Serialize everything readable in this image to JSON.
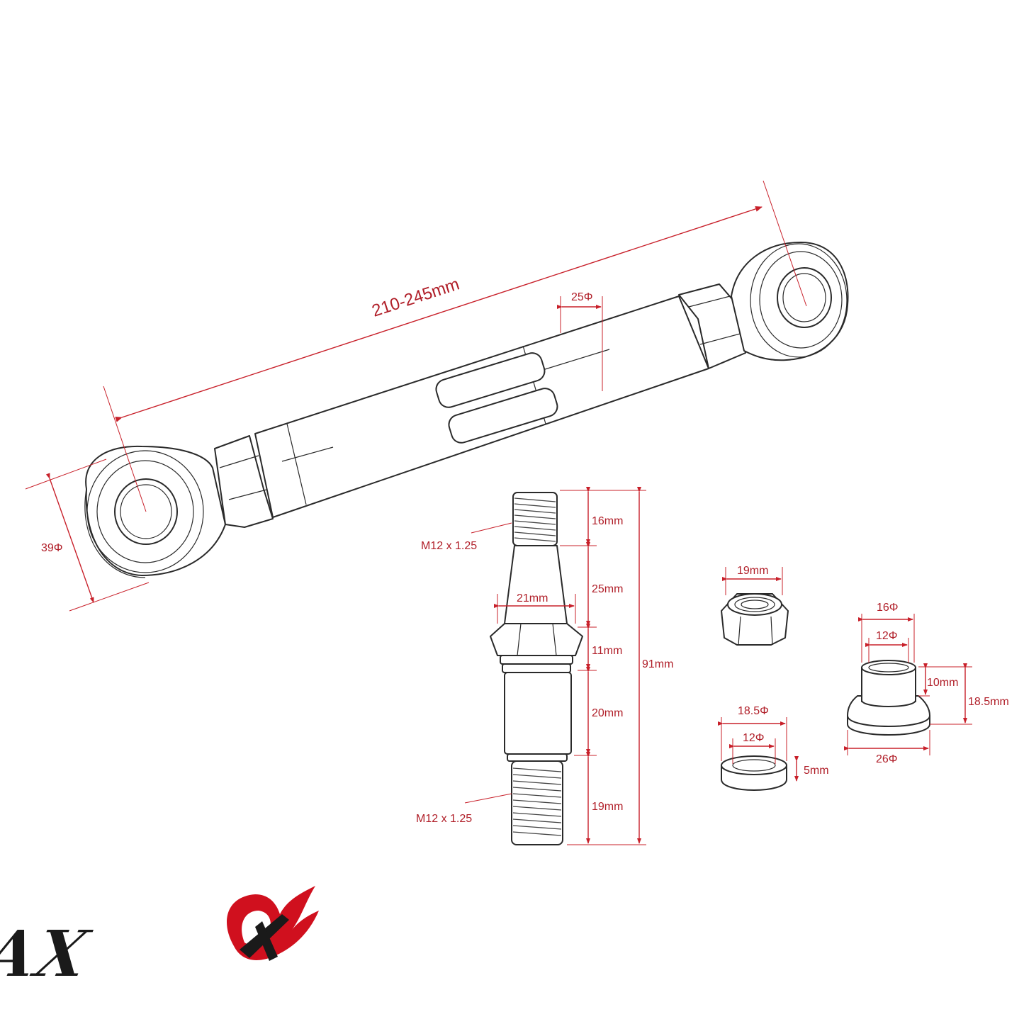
{
  "rod": {
    "length_label": "210-245mm",
    "body_dia_label": "25Φ",
    "eye_dia_label": "39Φ"
  },
  "stud": {
    "thread_top_label": "M12 x 1.25",
    "thread_bottom_label": "M12 x 1.25",
    "seg_top_label": "16mm",
    "seg_taper_label": "25mm",
    "hex_width_label": "21mm",
    "seg_hex_label": "11mm",
    "seg_shank_label": "20mm",
    "seg_bottom_label": "19mm",
    "total_label": "91mm"
  },
  "nut": {
    "width_label": "19mm"
  },
  "washer": {
    "outer_label": "18.5Φ",
    "inner_label": "12Φ",
    "thickness_label": "5mm"
  },
  "spacer": {
    "top_outer_label": "16Φ",
    "inner_label": "12Φ",
    "collar_height_label": "10mm",
    "total_height_label": "18.5mm",
    "base_outer_label": "26Φ"
  },
  "logo": {
    "text": "D-MAX",
    "colors": {
      "flame": "#d0101e",
      "letters": "#1a1a1a"
    }
  },
  "colors": {
    "dimension": "#c8202a",
    "outline": "#2a2a2a"
  }
}
